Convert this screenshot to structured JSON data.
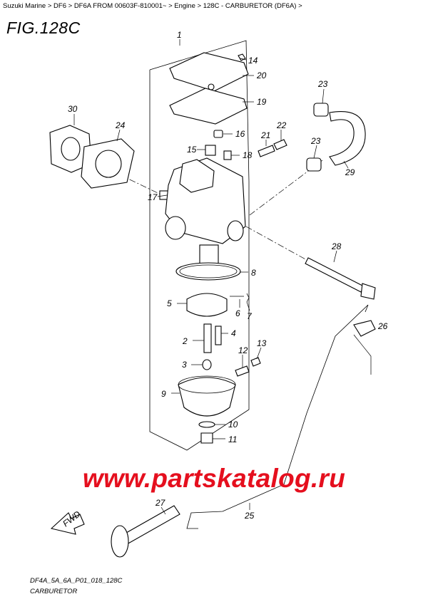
{
  "breadcrumb": {
    "items": [
      "Suzuki Marine",
      "DF6",
      "DF6A FROM 00603F-810001~",
      "Engine",
      "128C - CARBURETOR (DF6A)"
    ],
    "separator": " >",
    "trailing": " >"
  },
  "figure": {
    "title": "FIG.128C",
    "drawing_code": "DF4A_5A_6A_P01_018_128C",
    "drawing_name": "CARBURETOR",
    "fwd_label": "FWD"
  },
  "watermark": "www.partskatalog.ru",
  "callouts": [
    "1",
    "2",
    "3",
    "4",
    "5",
    "6",
    "7",
    "8",
    "9",
    "10",
    "11",
    "12",
    "13",
    "14",
    "15",
    "16",
    "17",
    "18",
    "19",
    "20",
    "21",
    "22",
    "23",
    "23",
    "24",
    "25",
    "26",
    "27",
    "28",
    "29",
    "30"
  ],
  "colors": {
    "watermark": "#e50f1e",
    "line": "#000000",
    "background": "#ffffff"
  }
}
